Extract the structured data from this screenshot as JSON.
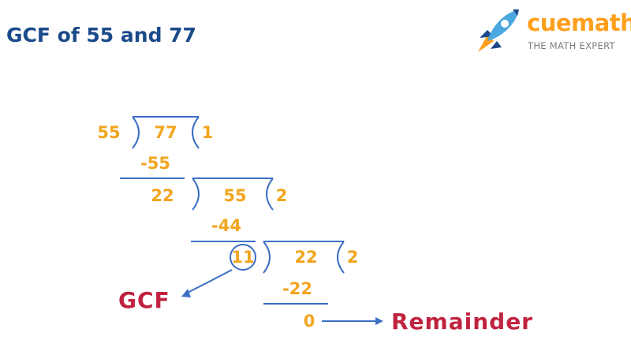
{
  "title": "GCF of 55 and 77",
  "brand": {
    "name": "cuemath",
    "tagline": "THE MATH EXPERT",
    "colors": {
      "primary": "#ff9f1c",
      "rocket_blue": "#4aa8e0",
      "rocket_dark": "#1b4a8a"
    }
  },
  "colors": {
    "title": "#1b4a8a",
    "numbers": "#f2a51e",
    "labels": "#c0233f",
    "lines": "#3a6fc4"
  },
  "steps": [
    {
      "divisor": "55",
      "dividend": "77",
      "quotient": "1",
      "subtract": "-55",
      "remainder": "22"
    },
    {
      "divisor": "22",
      "dividend": "55",
      "quotient": "2",
      "subtract": "-44",
      "remainder": "11"
    },
    {
      "divisor": "11",
      "dividend": "22",
      "quotient": "2",
      "subtract": "-22",
      "remainder": "0"
    }
  ],
  "labels": {
    "gcf": "GCF",
    "remainder": "Remainder"
  }
}
